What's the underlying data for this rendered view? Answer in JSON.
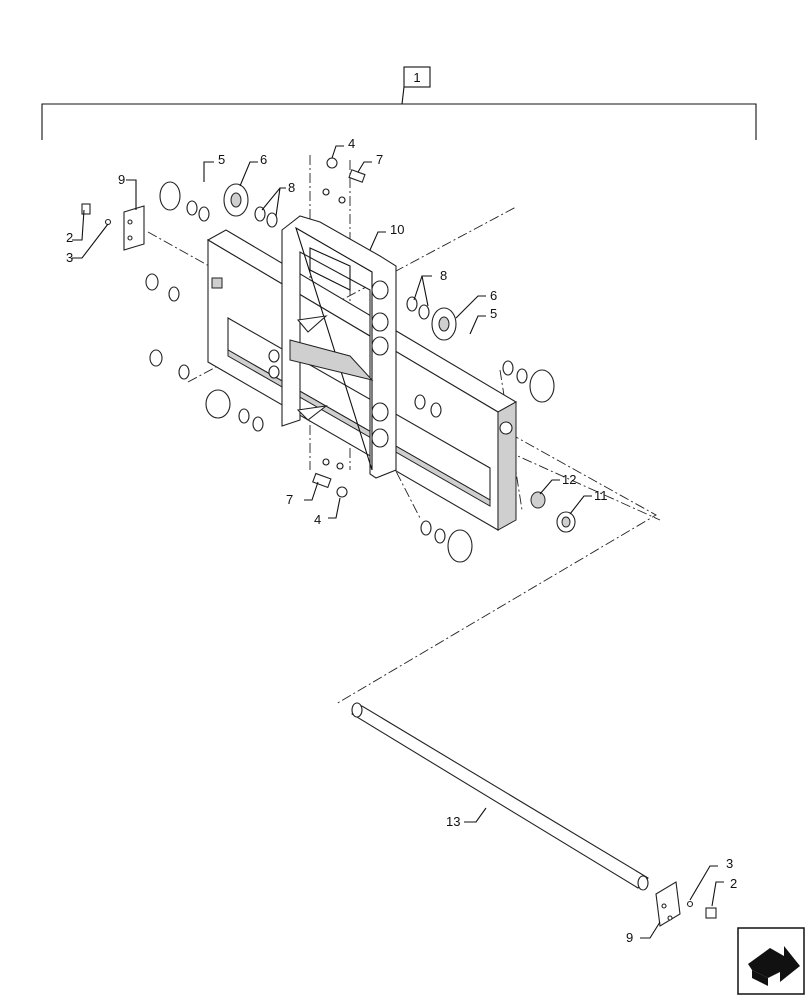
{
  "assembly_label": "1",
  "callouts": {
    "c2_top": "2",
    "c3_top": "3",
    "c9_top": "9",
    "c5_top": "5",
    "c6_top": "6",
    "c8_top": "8",
    "c4_top": "4",
    "c7_top": "7",
    "c10": "10",
    "c8_right": "8",
    "c6_right": "6",
    "c5_right": "5",
    "c12": "12",
    "c11": "11",
    "c7_bot": "7",
    "c4_bot": "4",
    "c13": "13",
    "c3_bot": "3",
    "c2_bot": "2",
    "c9_bot": "9"
  },
  "nav_button": {
    "icon": "next-arrow-icon"
  }
}
